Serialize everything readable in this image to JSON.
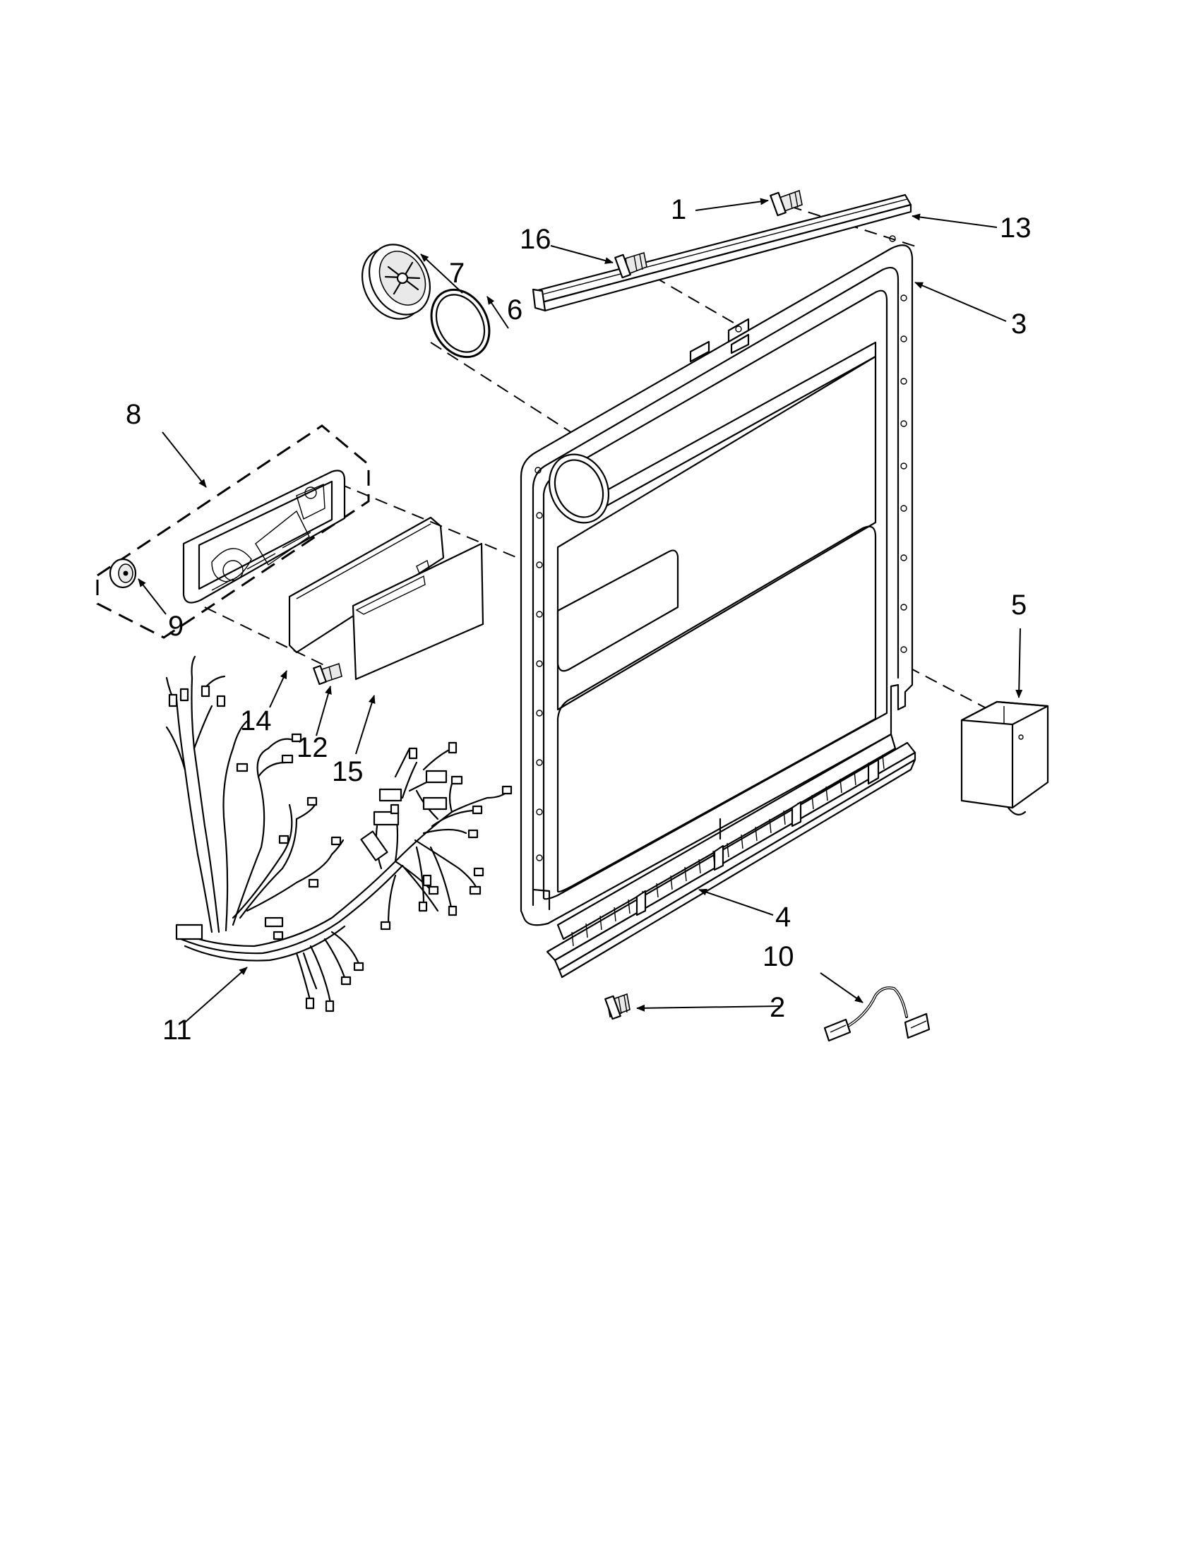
{
  "callouts": [
    {
      "id": "1",
      "label": "1"
    },
    {
      "id": "2",
      "label": "2"
    },
    {
      "id": "3",
      "label": "3"
    },
    {
      "id": "4",
      "label": "4"
    },
    {
      "id": "5",
      "label": "5"
    },
    {
      "id": "6",
      "label": "6"
    },
    {
      "id": "7",
      "label": "7"
    },
    {
      "id": "8",
      "label": "8"
    },
    {
      "id": "9",
      "label": "9"
    },
    {
      "id": "10",
      "label": "10"
    },
    {
      "id": "11",
      "label": "11"
    },
    {
      "id": "12",
      "label": "12"
    },
    {
      "id": "13",
      "label": "13"
    },
    {
      "id": "14",
      "label": "14"
    },
    {
      "id": "15",
      "label": "15"
    },
    {
      "id": "16",
      "label": "16"
    }
  ],
  "colors": {
    "line": "#000000",
    "background": "#ffffff",
    "shade": "#e9e9e9"
  }
}
